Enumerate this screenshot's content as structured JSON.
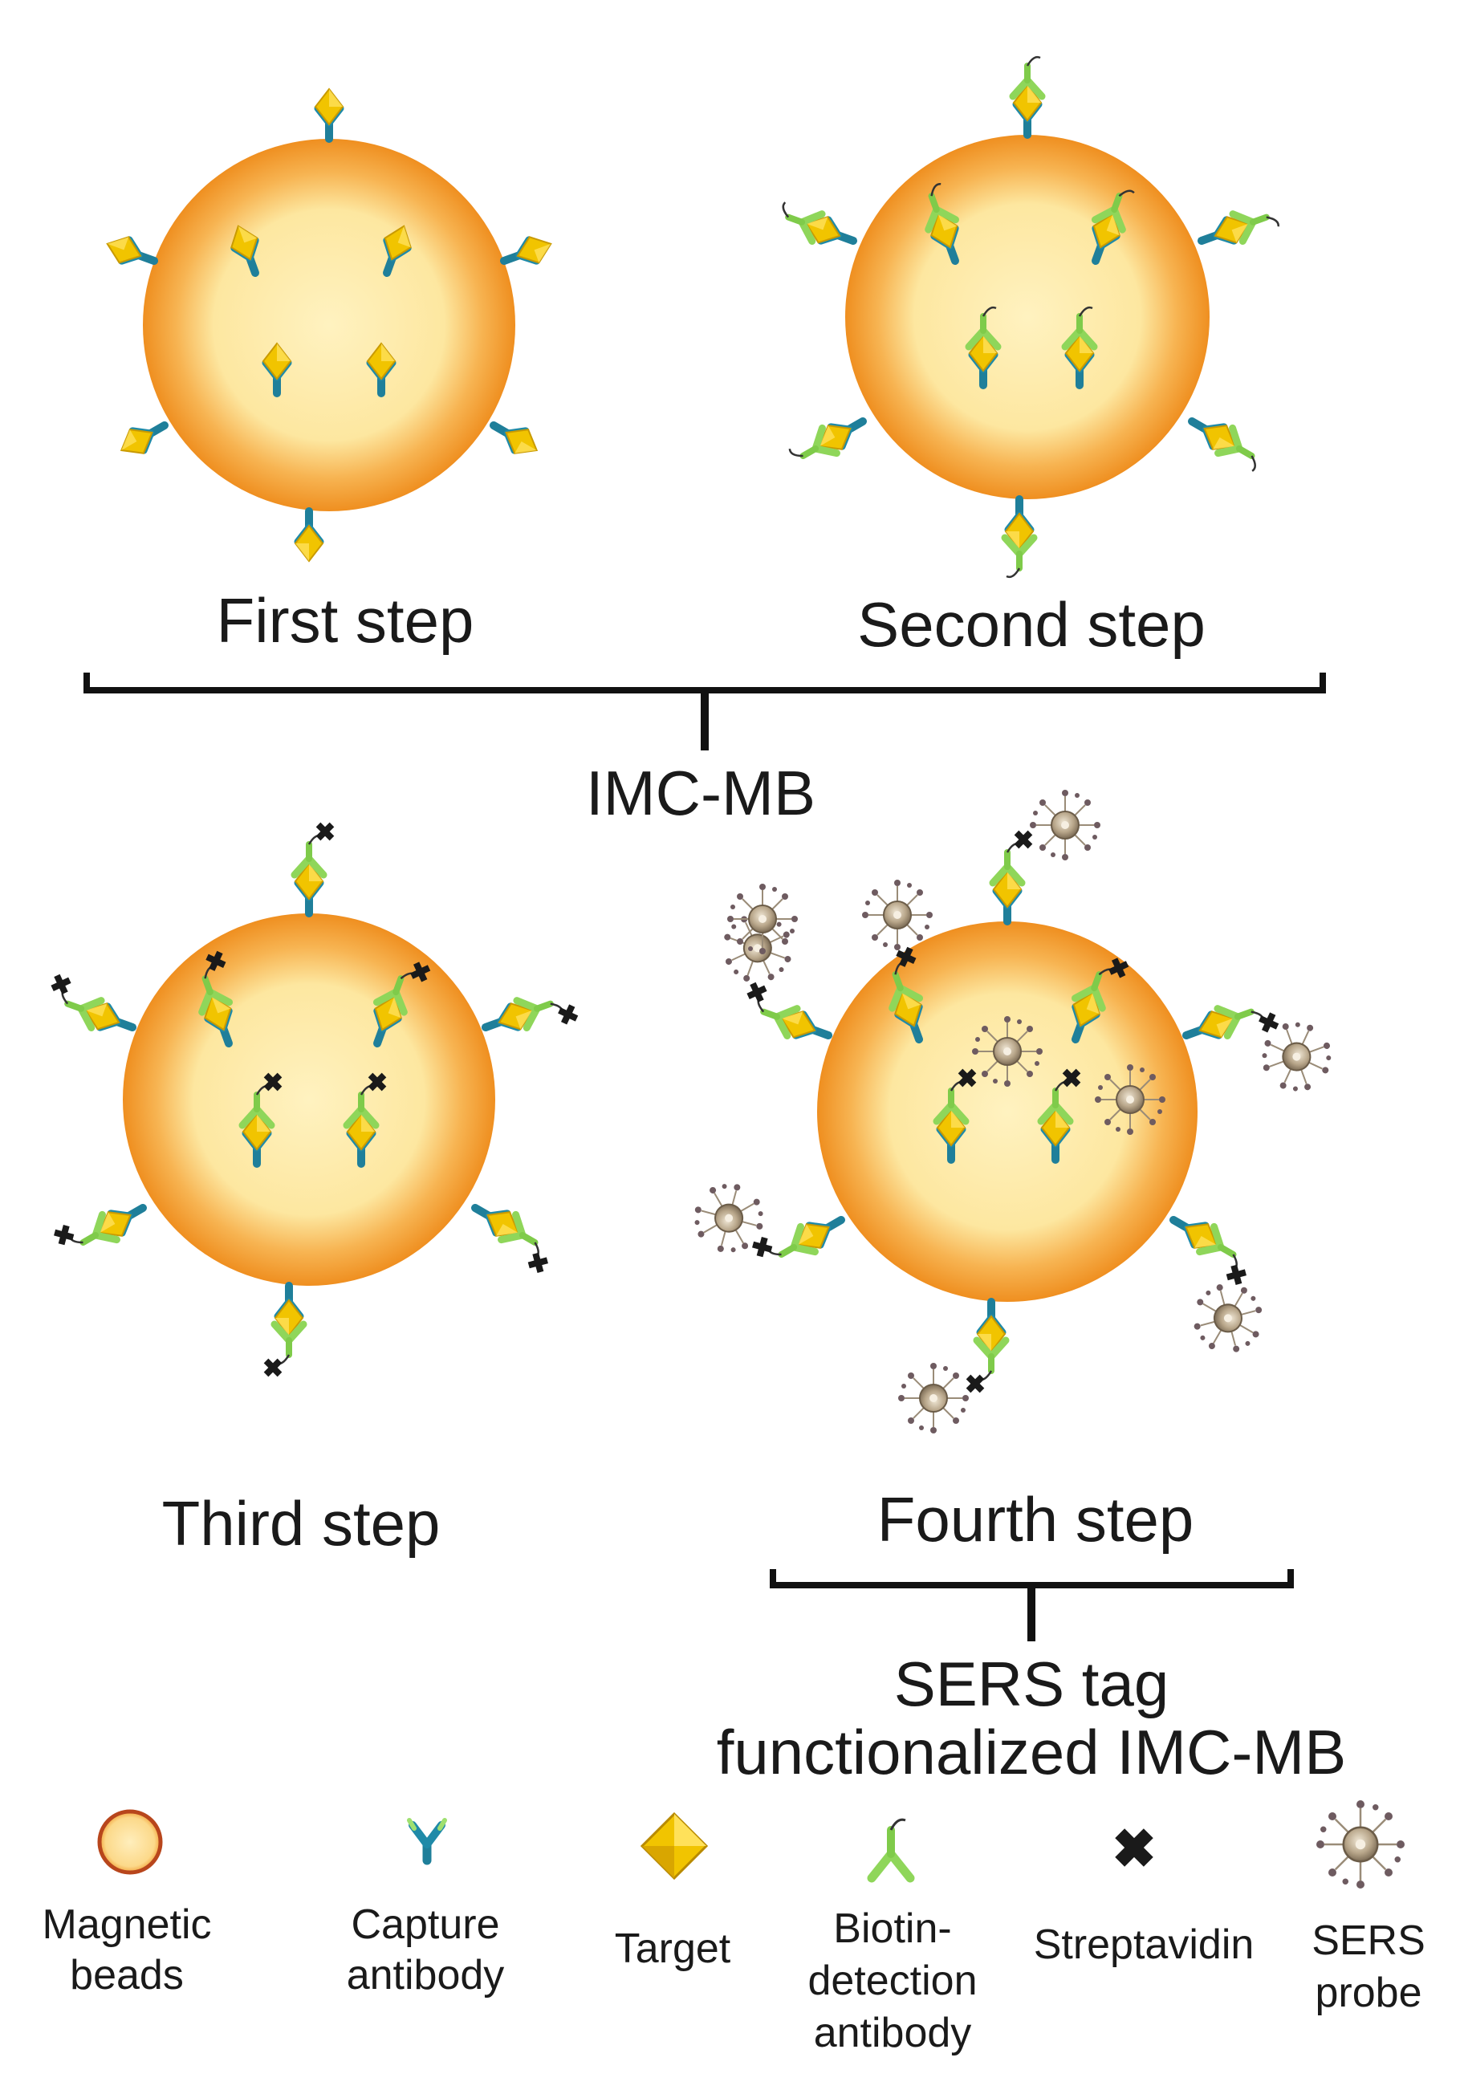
{
  "steps": {
    "first": "First step",
    "second": "Second step",
    "third": "Third step",
    "fourth": "Fourth step"
  },
  "groups": {
    "imc_mb": "IMC-MB",
    "sers_line1": "SERS tag",
    "sers_line2": "functionalized IMC-MB"
  },
  "legend": {
    "magnetic_beads": [
      "Magnetic",
      "beads"
    ],
    "capture_antibody": [
      "Capture",
      "antibody"
    ],
    "target": [
      "Target"
    ],
    "biotin_detection_antibody": [
      "Biotin-",
      "detection",
      "antibody"
    ],
    "streptavidin": [
      "Streptavidin"
    ],
    "sers_probe": [
      "SERS",
      "probe"
    ]
  },
  "colors": {
    "bead_outer": "#f29a2e",
    "bead_inner": "#fde9a4",
    "capture_antibody": "#1f8aa8",
    "target": "#e8b800",
    "detection_antibody": "#8fd65a",
    "streptavidin": "#1a1a1a",
    "sers_core": "#b5a48c"
  }
}
